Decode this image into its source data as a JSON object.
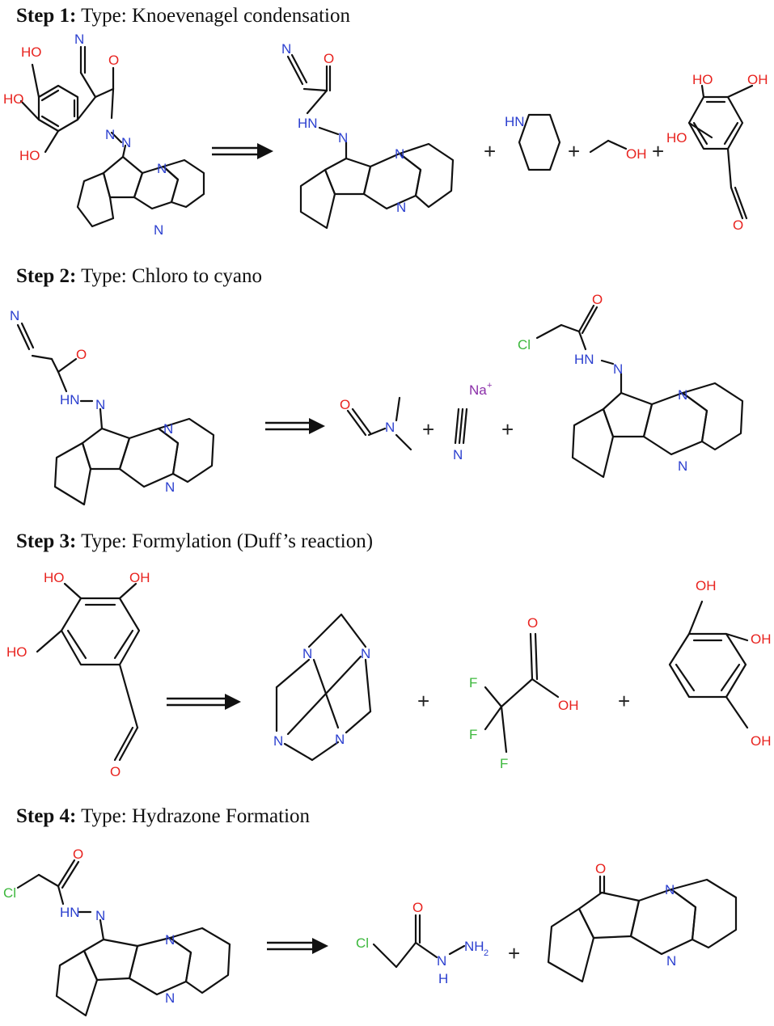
{
  "steps": [
    {
      "label": "Step 1:",
      "type": "Type: Knoevenagel condensation"
    },
    {
      "label": "Step 2:",
      "type": "Type: Chloro to cyano"
    },
    {
      "label": "Step 3:",
      "type": "Type: Formylation (Duff’s reaction)"
    },
    {
      "label": "Step 4:",
      "type": "Type: Hydrazone Formation"
    }
  ],
  "plus_sign": "+",
  "atoms": {
    "HO": "HO",
    "OH": "OH",
    "O": "O",
    "N": "N",
    "NC": "N",
    "HN": "HN",
    "HNN": "HN",
    "NN": "N",
    "Cl": "Cl",
    "F": "F",
    "Na": "Na",
    "NaCharge": "+",
    "NH2": "NH",
    "NH2sub": "2",
    "H": "H"
  },
  "colors": {
    "oxygen": "#e8231f",
    "nitrogen": "#2b3fcf",
    "halogen": "#3cb83c",
    "sodium": "#8a2ea8",
    "bond": "#111111"
  }
}
